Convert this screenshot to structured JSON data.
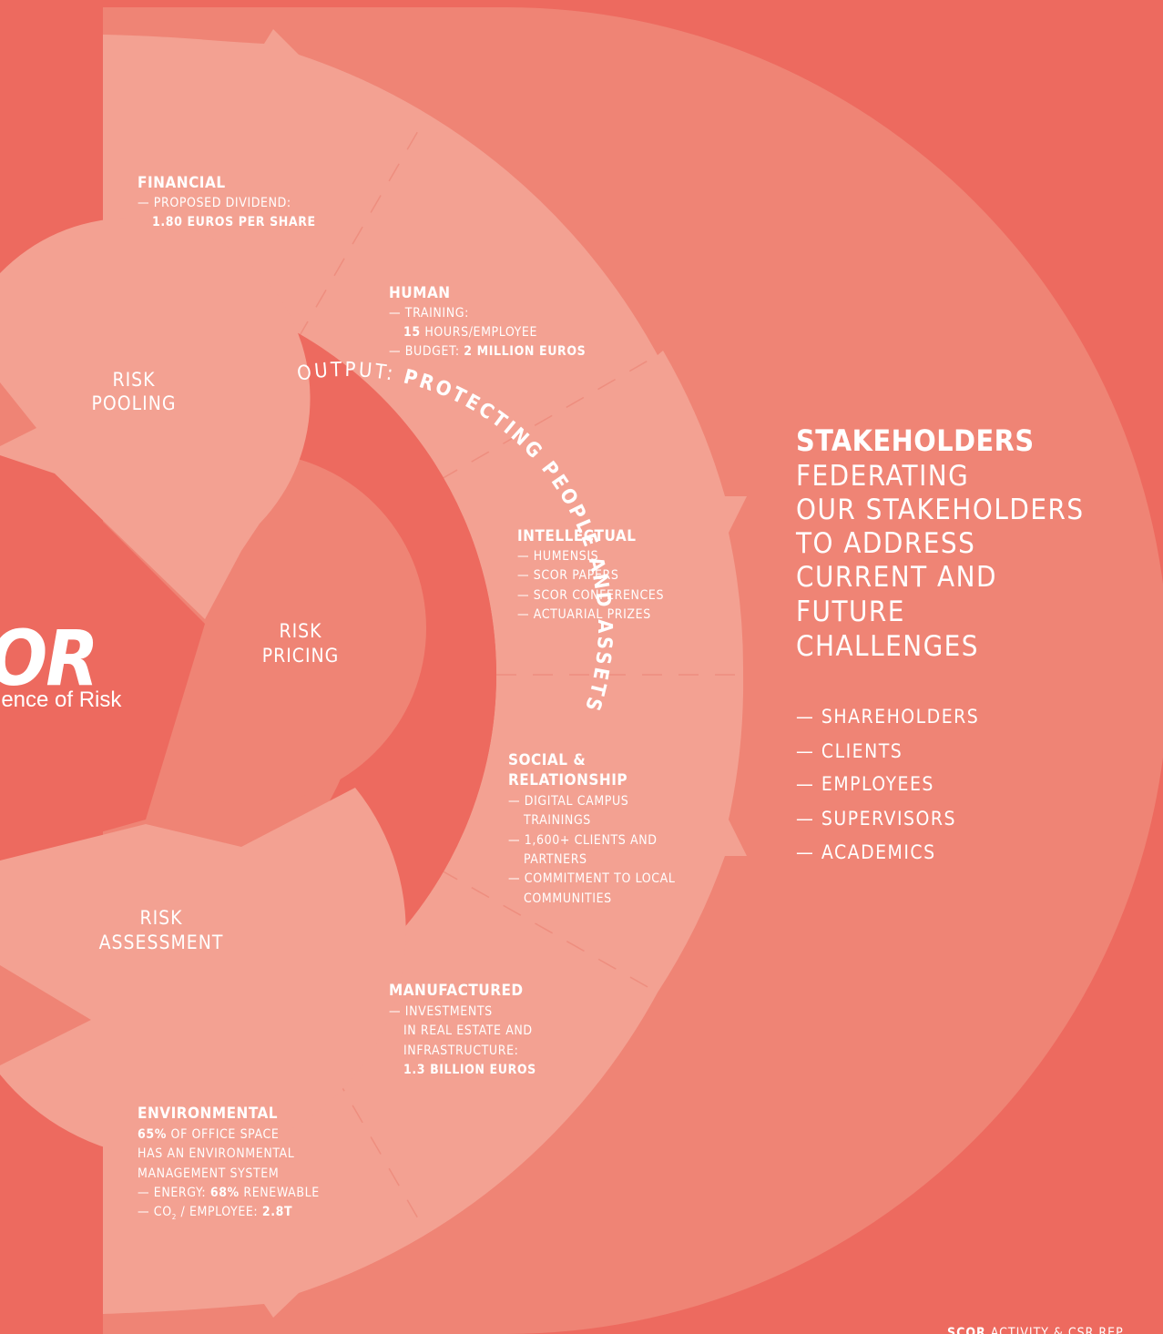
{
  "colors": {
    "background": "#ED6A5F",
    "outer_ring": "#EF8475",
    "capital_panel": "#F3A192",
    "inner_disc": "#EF8475",
    "core": "#ED6A5F",
    "text": "#FFFFFF"
  },
  "capitals": {
    "financial": {
      "title": "FINANCIAL",
      "lines": [
        {
          "prefix": "— PROPOSED DIVIDEND:",
          "bold": "",
          "suffix": ""
        },
        {
          "prefix": "",
          "bold": "1.80 EUROS PER SHARE",
          "suffix": ""
        }
      ]
    },
    "human": {
      "title": "HUMAN",
      "lines": [
        {
          "prefix": "— TRAINING:",
          "bold": "",
          "suffix": ""
        },
        {
          "prefix": "",
          "bold": "15",
          "suffix": " HOURS/EMPLOYEE"
        },
        {
          "prefix": "— BUDGET: ",
          "bold": "2 MILLION EUROS",
          "suffix": ""
        }
      ]
    },
    "intellectual": {
      "title": "INTELLECTUAL",
      "lines": [
        {
          "prefix": "— HUMENSIS",
          "bold": "",
          "suffix": ""
        },
        {
          "prefix": "— SCOR PAPERS",
          "bold": "",
          "suffix": ""
        },
        {
          "prefix": "— SCOR CONFERENCES",
          "bold": "",
          "suffix": ""
        },
        {
          "prefix": "— ACTUARIAL PRIZES",
          "bold": "",
          "suffix": ""
        }
      ]
    },
    "social": {
      "title_1": "SOCIAL &",
      "title_2": "RELATIONSHIP",
      "lines": [
        {
          "prefix": "— DIGITAL CAMPUS",
          "bold": "",
          "suffix": ""
        },
        {
          "prefix": "TRAININGS",
          "bold": "",
          "suffix": ""
        },
        {
          "prefix": "— 1,600+ CLIENTS AND",
          "bold": "",
          "suffix": ""
        },
        {
          "prefix": "PARTNERS",
          "bold": "",
          "suffix": ""
        },
        {
          "prefix": "— COMMITMENT TO LOCAL",
          "bold": "",
          "suffix": ""
        },
        {
          "prefix": "COMMUNITIES",
          "bold": "",
          "suffix": ""
        }
      ]
    },
    "manufactured": {
      "title": "MANUFACTURED",
      "lines": [
        {
          "prefix": "— INVESTMENTS",
          "bold": "",
          "suffix": ""
        },
        {
          "prefix": "IN REAL ESTATE AND",
          "bold": "",
          "suffix": ""
        },
        {
          "prefix": "INFRASTRUCTURE:",
          "bold": "",
          "suffix": ""
        },
        {
          "prefix": "",
          "bold": "1.3 BILLION EUROS",
          "suffix": ""
        }
      ]
    },
    "environmental": {
      "title": "ENVIRONMENTAL",
      "lines": [
        {
          "prefix": "",
          "bold": "65%",
          "suffix": " OF OFFICE SPACE"
        },
        {
          "prefix": "HAS AN ENVIRONMENTAL",
          "bold": "",
          "suffix": ""
        },
        {
          "prefix": "MANAGEMENT SYSTEM",
          "bold": "",
          "suffix": ""
        },
        {
          "prefix": "— ENERGY: ",
          "bold": "68%",
          "suffix": " RENEWABLE"
        },
        {
          "prefix": "— CO",
          "sub": "2",
          "prefix2": " / EMPLOYEE: ",
          "bold": "2.8T",
          "suffix": ""
        }
      ]
    }
  },
  "risk_circles": {
    "pooling": [
      "RISK",
      "POOLING"
    ],
    "pricing": [
      "RISK",
      "PRICING"
    ],
    "assessment": [
      "RISK",
      "ASSESSMENT"
    ]
  },
  "output_arc": {
    "label": "OUTPUT: ",
    "emphasis": "PROTECTING PEOPLE AND ASSETS"
  },
  "logo": {
    "mark": "OR",
    "tagline": "ience of Risk"
  },
  "stakeholders": {
    "title": "STAKEHOLDERS",
    "subtitle_lines": [
      "FEDERATING",
      "OUR STAKEHOLDERS",
      "TO ADDRESS",
      "CURRENT AND",
      "FUTURE",
      "CHALLENGES"
    ],
    "items": [
      "— SHAREHOLDERS",
      "— CLIENTS",
      "— EMPLOYEES",
      "— SUPERVISORS",
      "— ACADEMICS"
    ]
  },
  "footer": {
    "brand": "SCOR",
    "text": " ACTIVITY & CSR REP"
  }
}
